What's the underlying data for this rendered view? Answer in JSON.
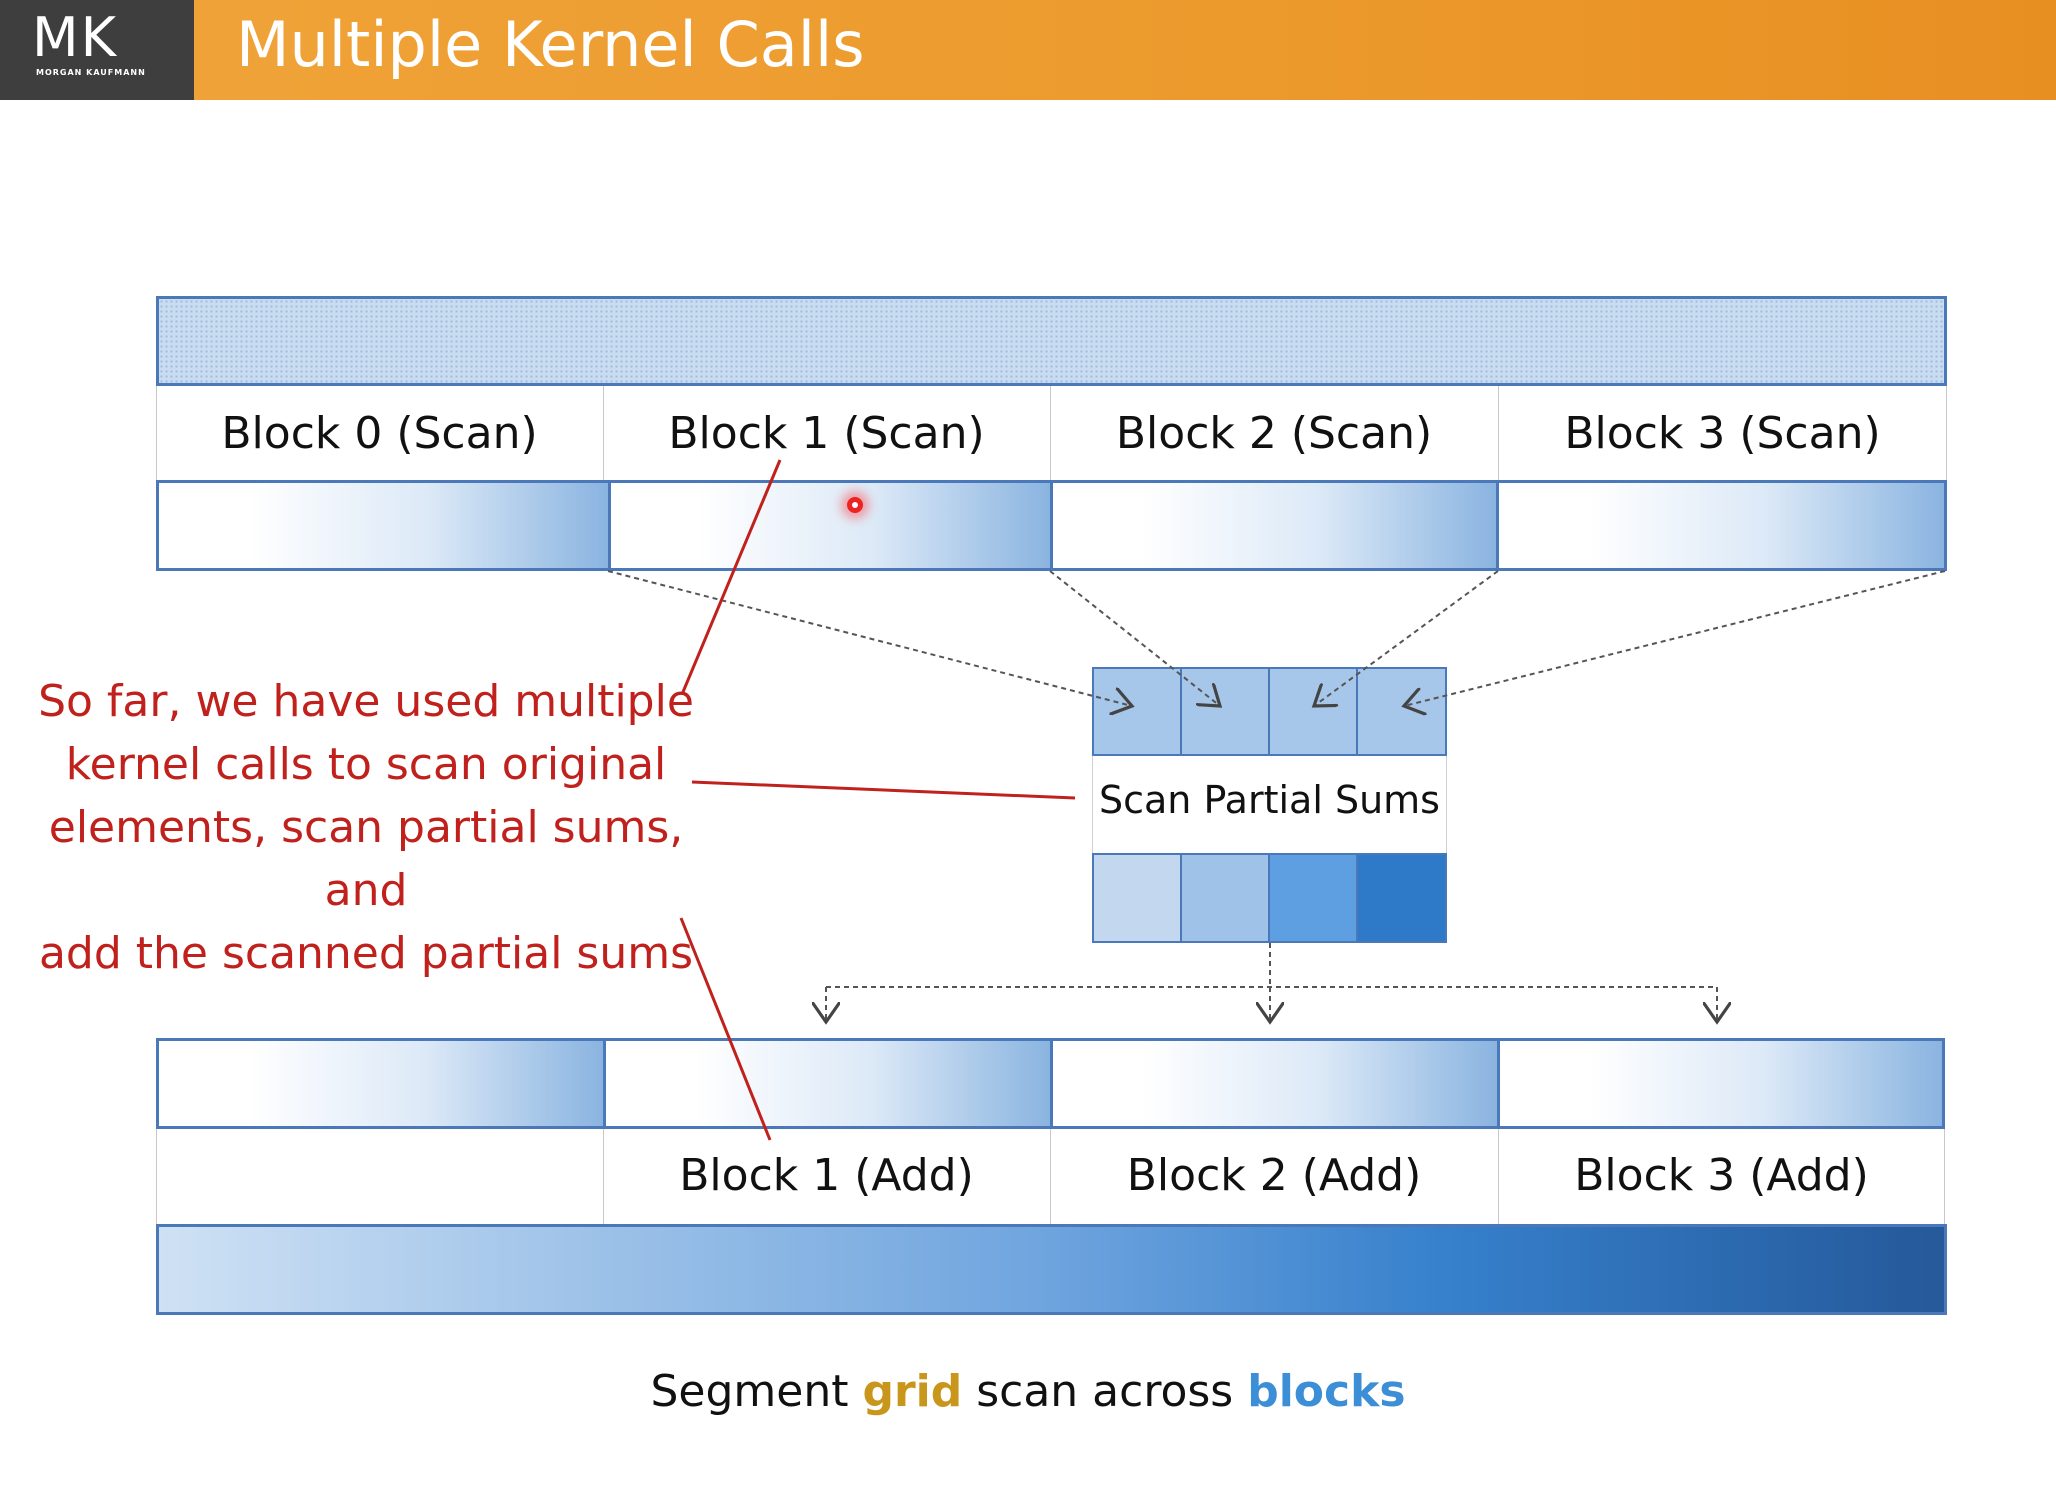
{
  "header": {
    "logo_text": "MK",
    "logo_subtext": "MORGAN KAUFMANN",
    "title": "Multiple Kernel Calls"
  },
  "scan_blocks": [
    {
      "label": "Block 0 (Scan)"
    },
    {
      "label": "Block 1 (Scan)"
    },
    {
      "label": "Block 2 (Scan)"
    },
    {
      "label": "Block 3 (Scan)"
    }
  ],
  "partial_sums": {
    "label": "Scan Partial Sums",
    "scanned_colors": [
      "#c3d8ef",
      "#9fc2e8",
      "#5d9fe0",
      "#2f7ac8"
    ]
  },
  "add_blocks": [
    {
      "label": ""
    },
    {
      "label": "Block 1 (Add)"
    },
    {
      "label": "Block 2 (Add)"
    },
    {
      "label": "Block 3 (Add)"
    }
  ],
  "annotation": {
    "lines": [
      "So far, we have used multiple",
      "kernel calls to scan original",
      "elements, scan partial sums, and",
      "add the scanned partial sums"
    ],
    "color": "#c0211c"
  },
  "caption": {
    "part1": "Segment ",
    "part2": "grid",
    "part3": " scan across ",
    "part4": "blocks"
  },
  "colors": {
    "header": "#ec9a2c",
    "border": "#4a78b8",
    "accent_grid": "#c8961a",
    "accent_blocks": "#3c8fd6"
  }
}
